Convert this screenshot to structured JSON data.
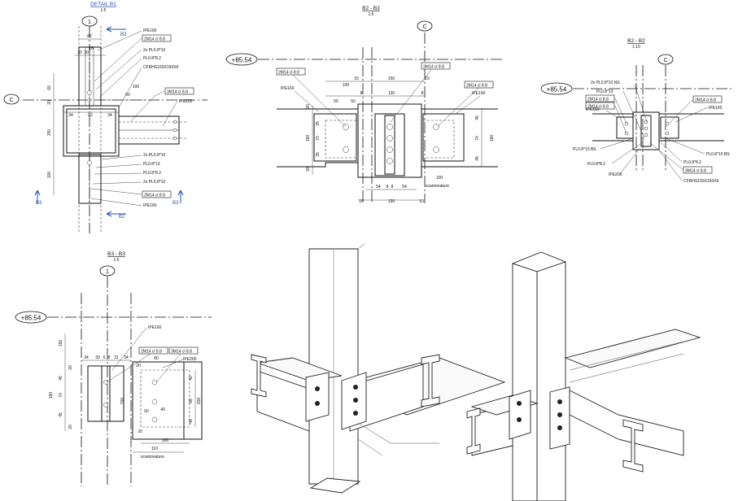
{
  "detail_b1": {
    "title": "DETAIL B1",
    "scale": "1:5",
    "grid_1": "1",
    "grid_c": "C",
    "section_b2_top": "B2",
    "section_b2_bottom": "B2",
    "section_b3_left": "B3",
    "section_b3_right": "B3",
    "dim_82_top": "82",
    "dim_30_l": "30",
    "dim_18": "18",
    "dim_30_r": "30",
    "dim_60_l": "60",
    "dim_20": "20",
    "dim_60_r": "60",
    "dim_100": "100",
    "dim_34": "34",
    "dim_82_inner": "82",
    "dim_34_r": "34",
    "dim_150": "150",
    "dim_100_bot": "100",
    "labels": [
      "IPE160",
      "2M14 cl 8.8",
      "2x PL0.8*10",
      "PL0.8*8.2",
      "CFRHS150X150X6",
      "3M14 cl 8.8",
      "IPE200",
      "2x PL0.8*10",
      "PL0.8*13",
      "PL0.8*8.2",
      "2x PL0.8*10",
      "2M14 cl 8.8",
      "IPE160"
    ]
  },
  "section_b2_1to5": {
    "title": "B2 - B2",
    "scale": "1:5",
    "grid_c": "C",
    "level": "+85.54",
    "dim_100": "100",
    "dim_15": "15",
    "dim_150": "150",
    "dim_15_r": "15",
    "dim_50_l": "50",
    "dim_50_r": "50",
    "dim_8": "8",
    "dim_130": "130",
    "dim_8_r": "8",
    "dim_20_top": "20",
    "dim_25": "25",
    "dim_70": "70",
    "dim_35": "35",
    "dim_20_bot": "20",
    "dim_150_side": "150",
    "dim_45_t": "45",
    "dim_70_r": "70",
    "dim_45_b": "45",
    "dim_190": "190",
    "dim_100_bot": "100",
    "dim_54": "54",
    "dim_8b": "8",
    "dim_8c": "8",
    "dim_54_r": "54",
    "dim_10": "10",
    "dim_130_bot": "130",
    "dim_10_r": "10",
    "note_scantonature": "scantonature",
    "labels": [
      "2M14 cl 8.8",
      "IPE160",
      "3M14 cl 8.8",
      "2M14 cl 8.8",
      "IPE160"
    ]
  },
  "section_b2_1to10": {
    "title": "B2 - B2",
    "scale": "1:10",
    "grid_c": "C",
    "level": "+85.54",
    "labels_left": [
      "2x PL0.8*10 NS",
      "PL0.8*13",
      "2M14 cl 8.8",
      "2M14 cl 8.8",
      "IPE160"
    ],
    "labels_right": [
      "2M14 cl 8.8",
      "IPE160"
    ],
    "labels_bottom": [
      "PL0.8*10 BS",
      "PL0.8*8.2",
      "IPE200",
      "PL0.8*10 BS",
      "PL0.8*8.2",
      "3M14 cl 8.8",
      "CFRHS150X150X6"
    ]
  },
  "section_b3": {
    "title": "B3 - B3",
    "scale": "1:5",
    "grid_1": "1",
    "level": "+85.54",
    "dim_150": "150",
    "dim_34_l": "34",
    "dim_30": "30",
    "dim_6": "6",
    "dim_8": "8",
    "dim_31": "31",
    "dim_34_r": "34",
    "dim_20_top": "20",
    "dim_45": "45",
    "dim_70": "70",
    "dim_45_b": "45",
    "dim_20_bot": "20",
    "dim_190": "190",
    "dim_200": "200",
    "dim_20_r": "20",
    "dim_80": "80",
    "dim_60": "60",
    "dim_40": "40",
    "dim_20_rb": "20",
    "dim_100": "100",
    "dim_110": "110",
    "dim_40_side": "40",
    "dim_200_side": "200",
    "dim_80_side": "80",
    "dim_40_b": "40",
    "note_scantonature": "scantonature",
    "labels": [
      "IPE160",
      "2M14 cl 8.8",
      "3M14 cl 8.8",
      "IPE200"
    ]
  },
  "colors": {
    "linework": "#111111",
    "section_marker": "#1f4fb5",
    "isometric": "#222222"
  }
}
